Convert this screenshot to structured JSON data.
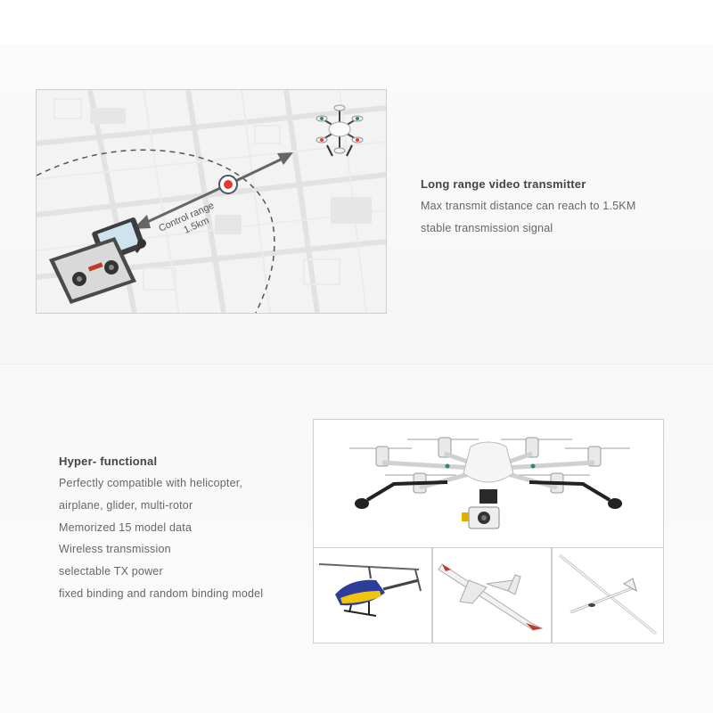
{
  "section1": {
    "title": "Long range video transmitter",
    "lines": [
      "Max transmit distance can reach to 1.5KM",
      "stable transmission signal"
    ],
    "diagram": {
      "range_label": "Control range",
      "range_value": "1.5km"
    }
  },
  "section2": {
    "title": "Hyper- functional",
    "lines": [
      "Perfectly compatible with helicopter,",
      "airplane, glider, multi-rotor",
      "Memorized 15 model data",
      "Wireless transmission",
      "selectable TX power",
      "fixed binding and random binding model"
    ]
  },
  "colors": {
    "accent_red": "#e53935",
    "text": "#666666",
    "heading": "#444444",
    "border": "#cfcfcf"
  }
}
